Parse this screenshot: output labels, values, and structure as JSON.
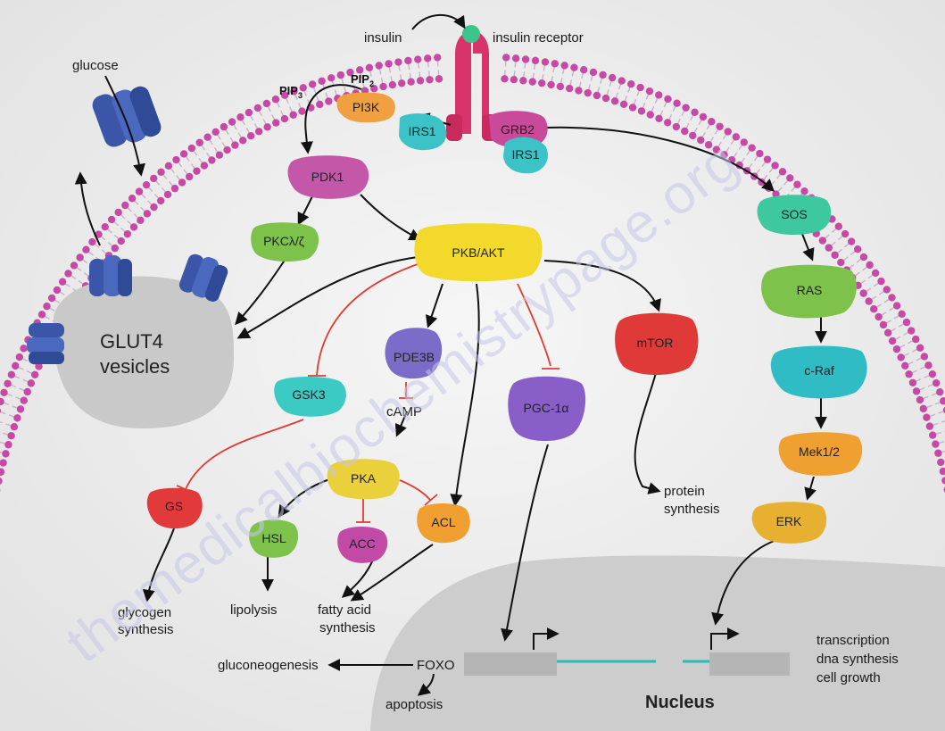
{
  "watermark": "themedicalbiochemistrypage.org",
  "colors": {
    "background": "#efefef",
    "membrane_head": "#c64aa5",
    "receptor": "#d8336a",
    "inhibition": "#e33a35",
    "glut": "#3b56a8",
    "vesicle": "#c9c9c9",
    "nucleus": "#cdcdcd"
  },
  "labels": {
    "glucose": "glucose",
    "insulin": "insulin",
    "insulin_receptor": "insulin receptor",
    "pip3": "PIP",
    "pip3_sub": "3",
    "pip2": "PIP",
    "pip2_sub": "2",
    "glut4": "GLUT4",
    "vesicles": "vesicles",
    "camp": "cAMP",
    "glycogen": "glycogen",
    "synthesis_gs": "synthesis",
    "lipolysis": "lipolysis",
    "fatty_acid": "fatty acid",
    "synthesis_fa": "synthesis",
    "protein": "protein",
    "synthesis_prot": "synthesis",
    "gluconeogenesis": "gluconeogenesis",
    "foxo": "FOXO",
    "apoptosis": "apoptosis",
    "nucleus": "Nucleus",
    "transcription": "transcription",
    "dna_synthesis": "dna synthesis",
    "cell_growth": "cell growth"
  },
  "nodes": {
    "pi3k": {
      "label": "PI3K",
      "color": "#f0a040"
    },
    "irs1_a": {
      "label": "IRS1",
      "color": "#3cc3c8"
    },
    "grb2": {
      "label": "GRB2",
      "color": "#c94a9a"
    },
    "irs1_b": {
      "label": "IRS1",
      "color": "#3cc3c8"
    },
    "pdk1": {
      "label": "PDK1",
      "color": "#c557a8"
    },
    "pkcl": {
      "label": "PKCλ/ζ",
      "color": "#7dc24a"
    },
    "pkb": {
      "label": "PKB/AKT",
      "color": "#f2d92c"
    },
    "pde3b": {
      "label": "PDE3B",
      "color": "#7a6cc8"
    },
    "gsk3": {
      "label": "GSK3",
      "color": "#3ccac4"
    },
    "gs": {
      "label": "GS",
      "color": "#e23a3a"
    },
    "pka": {
      "label": "PKA",
      "color": "#ead03a"
    },
    "hsl": {
      "label": "HSL",
      "color": "#7dc24a"
    },
    "acc": {
      "label": "ACC",
      "color": "#c24aa6"
    },
    "acl": {
      "label": "ACL",
      "color": "#f0a030"
    },
    "pgc": {
      "label": "PGC-1α",
      "color": "#8a5ec8"
    },
    "mtor": {
      "label": "mTOR",
      "color": "#e03a38"
    },
    "sos": {
      "label": "SOS",
      "color": "#3dc8a0"
    },
    "ras": {
      "label": "RAS",
      "color": "#7dc24a"
    },
    "craf": {
      "label": "c-Raf",
      "color": "#2fbcc4"
    },
    "mek": {
      "label": "Mek1/2",
      "color": "#f0a030"
    },
    "erk": {
      "label": "ERK",
      "color": "#e8b030"
    }
  }
}
